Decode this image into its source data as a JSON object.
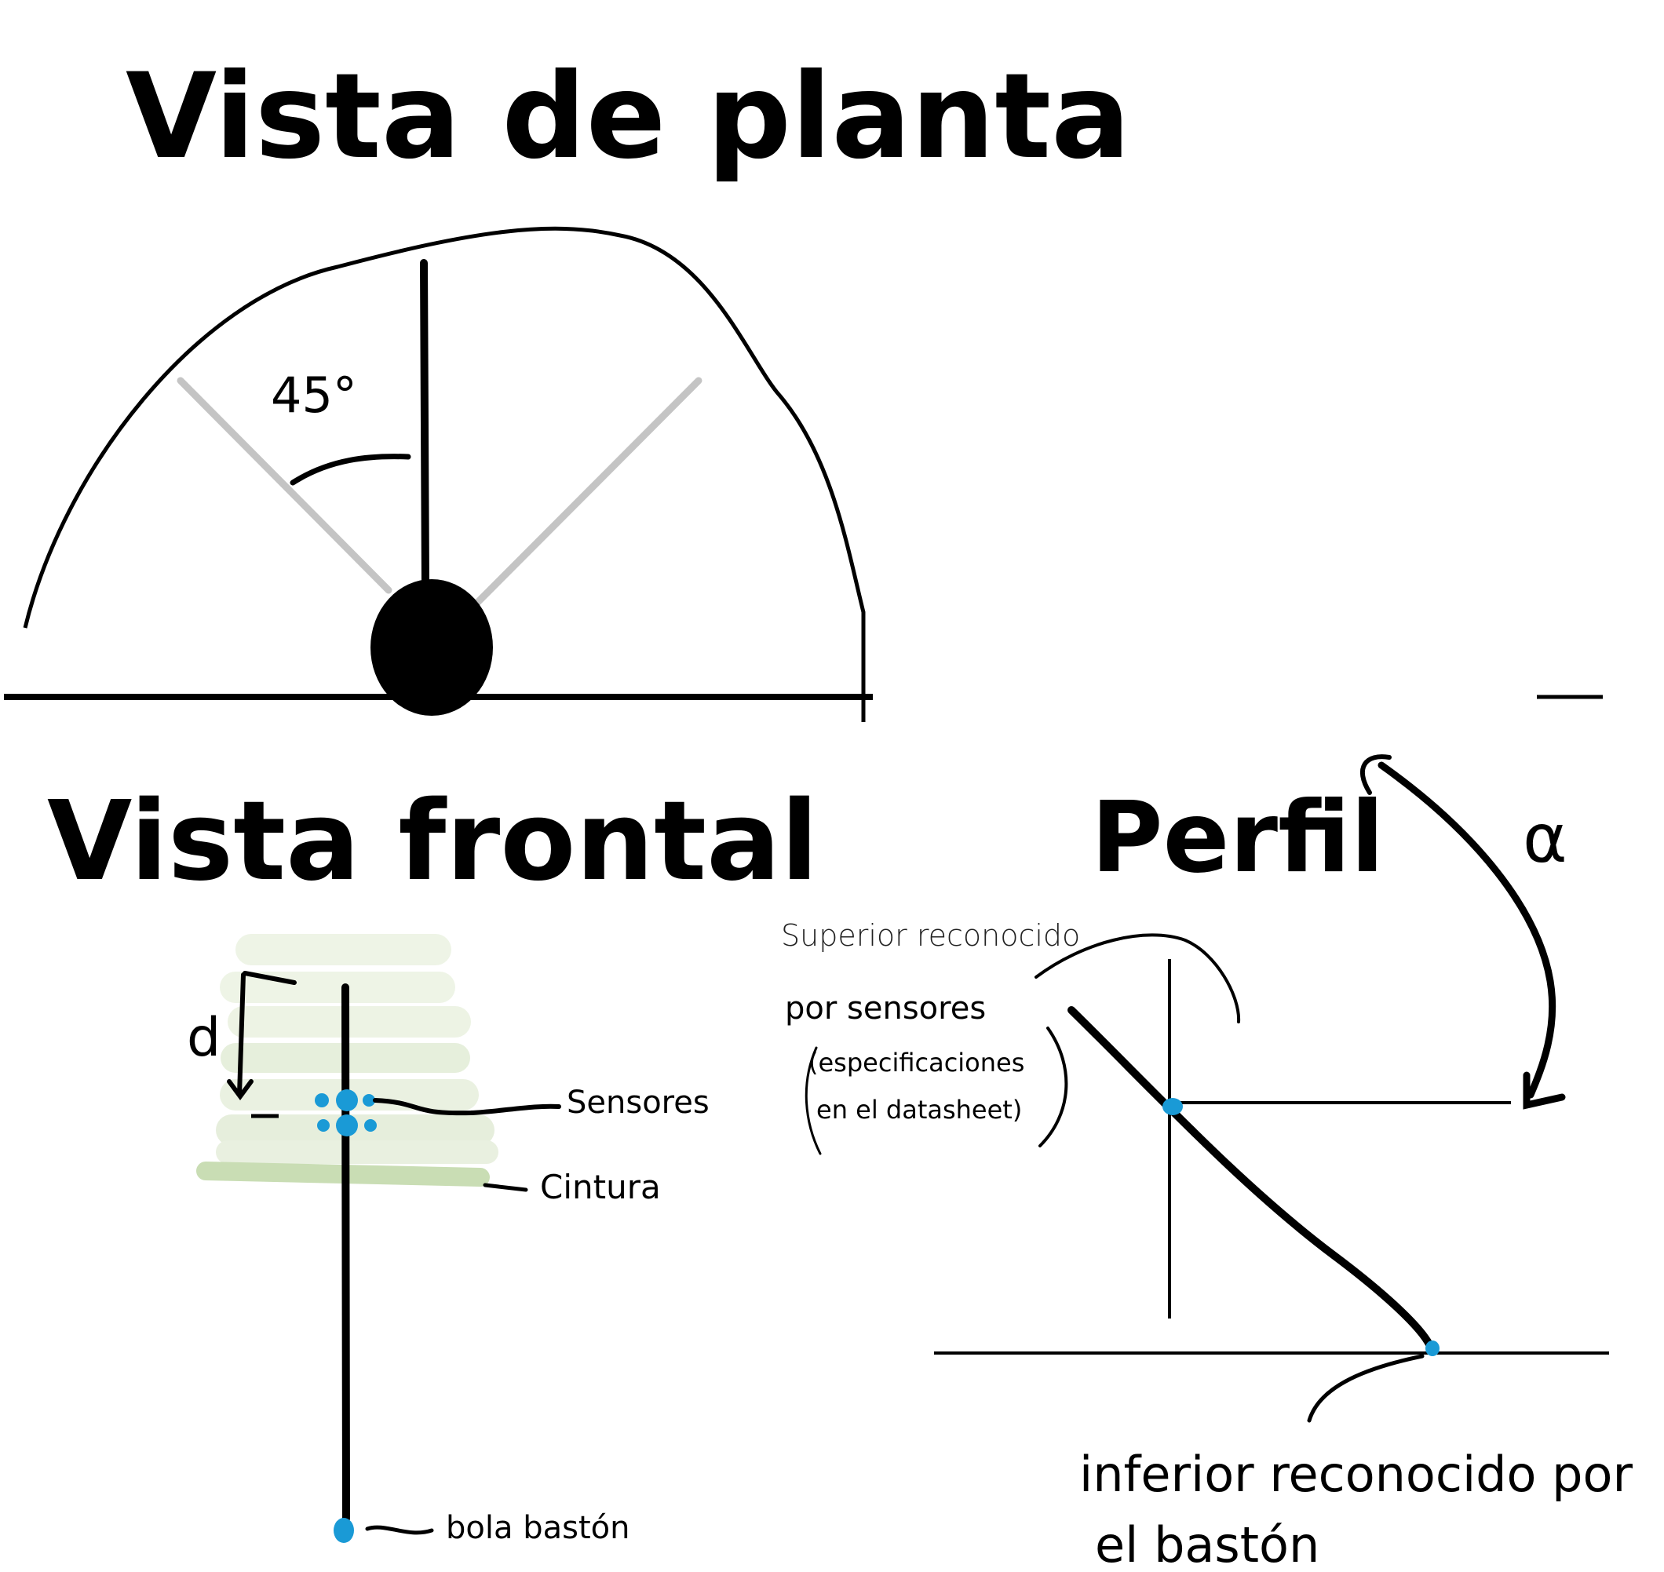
{
  "plan_view": {
    "title": "Vista de planta",
    "angle_label": "45°"
  },
  "front_view": {
    "title": "Vista frontal",
    "distance_label": "d",
    "sensors_label": "Sensores",
    "waist_label": "Cintura",
    "ball_label": "bola bastón"
  },
  "profile_view": {
    "title": "Perfil",
    "alpha_label": "α",
    "upper_label_1": "Superior reconocido",
    "upper_label_2": "por sensores",
    "spec_label_1": "(especificaciones",
    "spec_label_2": "en el datasheet)",
    "lower_label_1": "inferior reconocido por",
    "lower_label_2": "el bastón"
  },
  "colors": {
    "ink": "#000000",
    "sensor": "#1a9ad6",
    "waist_band": "#c9ddb4",
    "guide_lines": "#c4c4c4"
  }
}
